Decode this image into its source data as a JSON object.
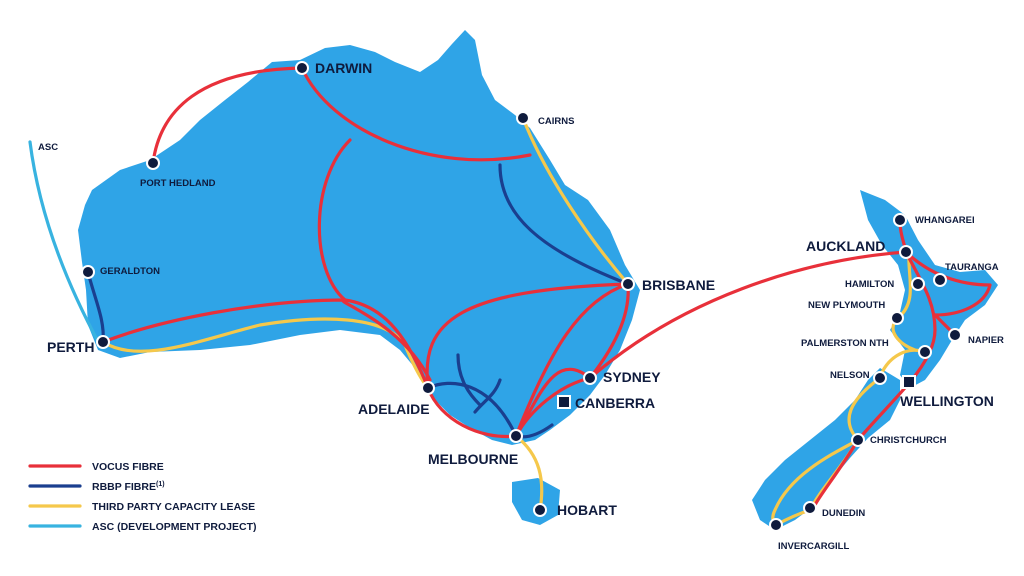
{
  "colors": {
    "land": "#2fa4e7",
    "vocus_fibre": "#e8303a",
    "rbbp_fibre": "#1a3f8f",
    "third_party": "#f5c84b",
    "asc": "#38b3e0",
    "city": "#0f1b3d"
  },
  "cities": {
    "darwin": "DARWIN",
    "port_hedland": "PORT HEDLAND",
    "cairns": "CAIRNS",
    "geraldton": "GERALDTON",
    "perth": "PERTH",
    "brisbane": "BRISBANE",
    "sydney": "SYDNEY",
    "canberra": "CANBERRA",
    "adelaide": "ADELAIDE",
    "melbourne": "MELBOURNE",
    "hobart": "HOBART",
    "whangarei": "WHANGAREI",
    "auckland": "AUCKLAND",
    "tauranga": "TAURANGA",
    "hamilton": "HAMILTON",
    "new_plymouth": "NEW PLYMOUTH",
    "napier": "NAPIER",
    "palmerston_nth": "PALMERSTON NTH",
    "nelson": "NELSON",
    "wellington": "WELLINGTON",
    "christchurch": "CHRISTCHURCH",
    "dunedin": "DUNEDIN",
    "invercargill": "INVERCARGILL"
  },
  "cable_label": "ASC",
  "legend": {
    "vocus": "VOCUS FIBRE",
    "rbbp": "RBBP FIBRE",
    "rbbp_note": "(1)",
    "third_party": "THIRD PARTY CAPACITY LEASE",
    "asc": "ASC (DEVELOPMENT PROJECT)"
  }
}
